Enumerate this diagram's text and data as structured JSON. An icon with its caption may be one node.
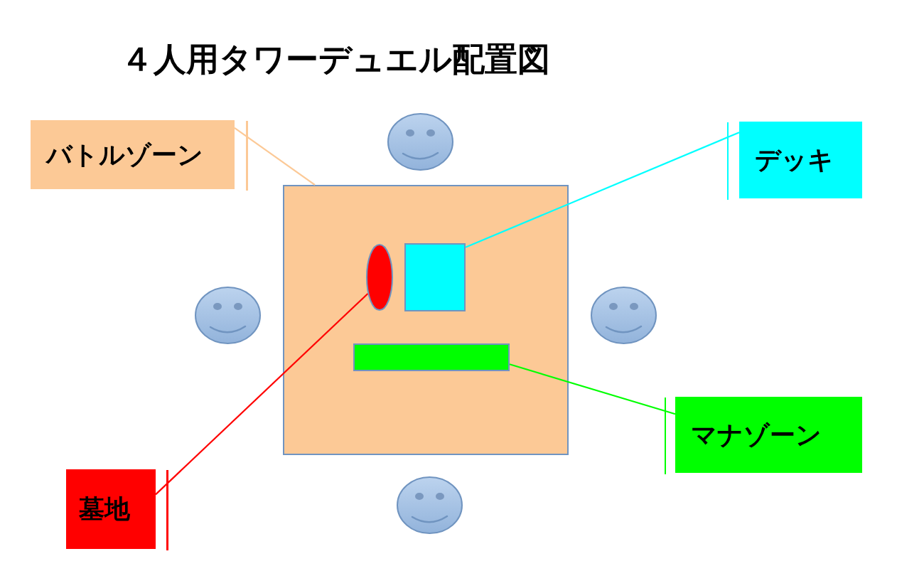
{
  "diagram": {
    "title": "４人用タワーデュエル配置図",
    "nodes": [
      {
        "text": [
          "バトルゾーン"
        ]
      },
      {
        "text": [
          "デッキ"
        ]
      },
      {
        "text": [],
        "shape": "box"
      },
      {
        "text": [],
        "shape": "ellipse",
        "in": 2
      },
      {
        "text": [],
        "shape": "box",
        "in": 2
      },
      {
        "text": [],
        "shape": "bar",
        "in": 2
      },
      {
        "text": [
          "マナゾーン"
        ]
      },
      {
        "text": [
          "墓地"
        ]
      }
    ],
    "edges": [
      {
        "from": 0,
        "to": 2,
        "arrow": "none",
        "color": "#fcc996"
      },
      {
        "from": 1,
        "to": 4,
        "arrow": "none",
        "color": "#00ffff"
      },
      {
        "from": 6,
        "to": 5,
        "arrow": "none",
        "color": "#00ff00"
      },
      {
        "from": 7,
        "to": 3,
        "arrow": "none",
        "color": "#ff0000"
      }
    ]
  }
}
